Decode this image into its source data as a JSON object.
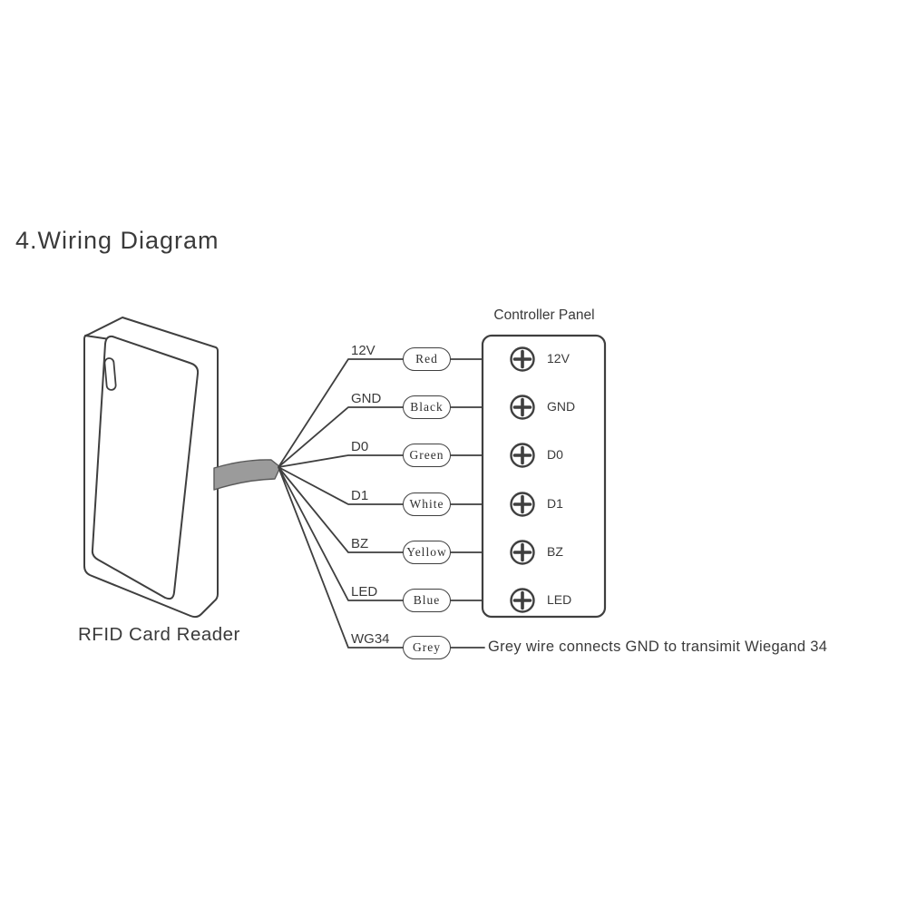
{
  "page": {
    "title": "4.Wiring Diagram",
    "background_color": "#ffffff",
    "ink_color": "#3d3d3d"
  },
  "reader": {
    "label": "RFID Card Reader",
    "cable_color": "#9b9b9b"
  },
  "wires": [
    {
      "signal": "12V",
      "color_name": "Red"
    },
    {
      "signal": "GND",
      "color_name": "Black"
    },
    {
      "signal": "D0",
      "color_name": "Green"
    },
    {
      "signal": "D1",
      "color_name": "White"
    },
    {
      "signal": "BZ",
      "color_name": "Yellow"
    },
    {
      "signal": "LED",
      "color_name": "Blue"
    },
    {
      "signal": "WG34",
      "color_name": "Grey"
    }
  ],
  "controller": {
    "title": "Controller Panel",
    "terminals": [
      "12V",
      "GND",
      "D0",
      "D1",
      "BZ",
      "LED"
    ]
  },
  "note": {
    "text": "Grey wire connects GND to transimit Wiegand 34"
  }
}
